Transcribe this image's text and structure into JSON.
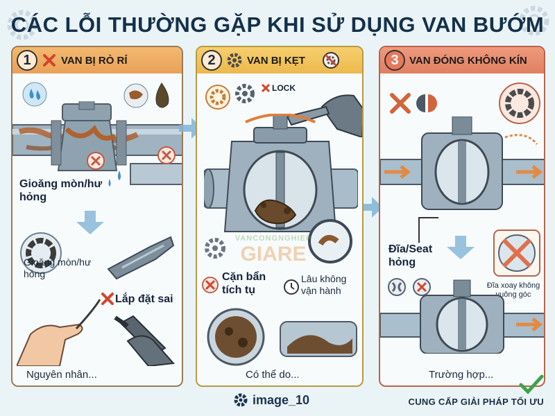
{
  "title": "CÁC LỖI THƯỜNG GẶP KHI SỬ DỤNG VAN BƯỚM",
  "panels": [
    {
      "number": "1",
      "header": "VAN BỊ RÒ RỈ",
      "label_gasket": "Gioăng mòn/hư hỏng",
      "label_gasket_small": "Gioăng mòn/hư hỏng",
      "label_install": "Lắp đặt sai",
      "caption": "Nguyên nhân..."
    },
    {
      "number": "2",
      "header": "VAN BỊ KẸT",
      "lock_label": "LOCK",
      "label_debris": "Cặn bẩn tích tụ",
      "label_idle": "Lâu không vận hành",
      "caption": "Có thể do..."
    },
    {
      "number": "3",
      "header": "VAN ĐÓNG KHÔNG KÍN",
      "label_seat": "Đĩa/Seat hỏng",
      "label_disc": "Đĩa xoay không vuông góc",
      "caption": "Trường hợp..."
    }
  ],
  "watermark": {
    "line1": "VANCONGNGHIEP",
    "line2": "GIARE"
  },
  "logo_text": "image_10",
  "footer": "CUNG CẤP GIẢI PHÁP TỐI ƯU",
  "icons": [
    "x-mark-icon",
    "gear-icon",
    "no-gear-icon",
    "water-drop-icon",
    "rust-drop-icon",
    "clock-icon",
    "check-icon",
    "arrow-icon"
  ],
  "colors": {
    "panel1": "#e9a158",
    "panel2": "#ecb94e",
    "panel3": "#e07f61",
    "title": "#15304a",
    "arrow": "#6fa6c8"
  }
}
